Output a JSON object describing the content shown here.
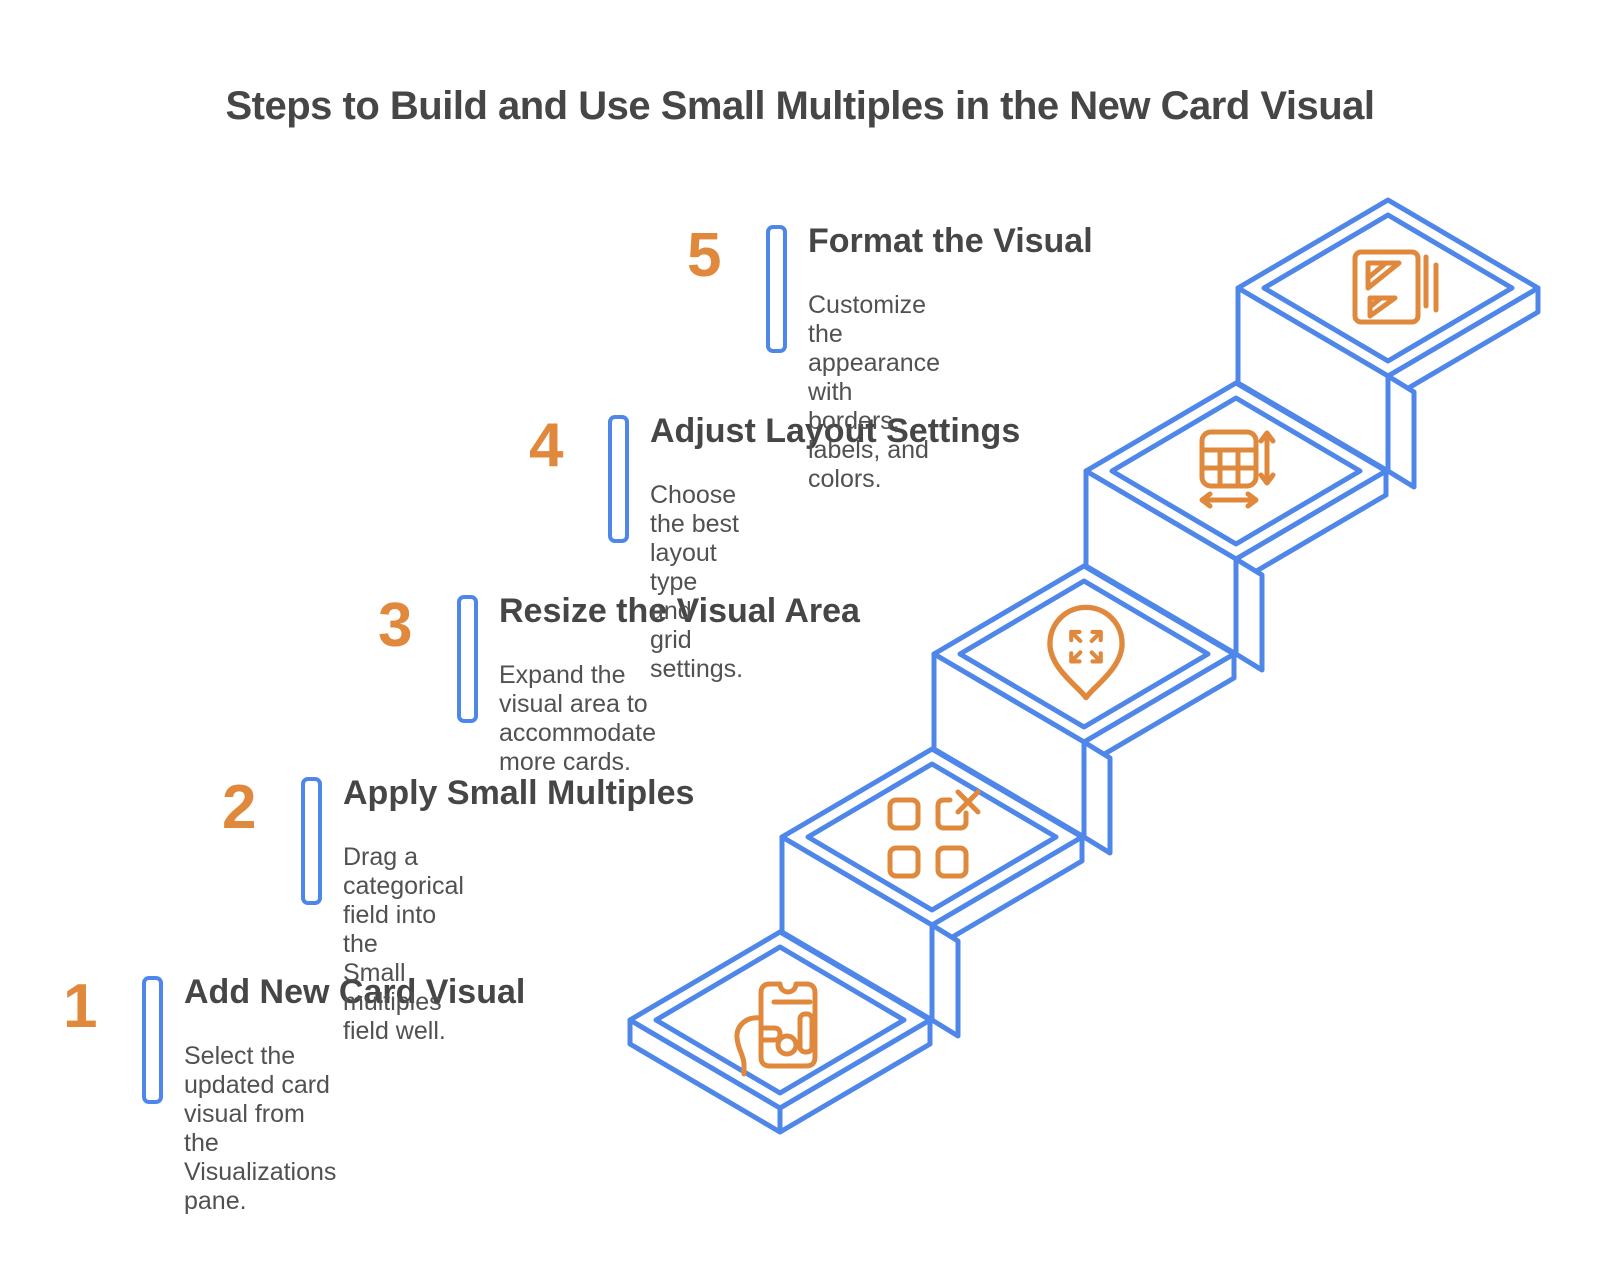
{
  "title": "Steps to Build and Use Small Multiples in the New Card Visual",
  "theme": {
    "accent_blue": "#4E87E9",
    "accent_orange": "#E0883C",
    "title_color": "#464646",
    "text_color": "#515151"
  },
  "steps": [
    {
      "number": "1",
      "title": "Add New Card Visual",
      "description": "Select the updated card visual from\nthe Visualizations pane.",
      "icon": "card-visual-icon"
    },
    {
      "number": "2",
      "title": "Apply Small Multiples",
      "description": "Drag a categorical field into the\nSmall multiples field well.",
      "icon": "small-multiples-icon"
    },
    {
      "number": "3",
      "title": "Resize the Visual Area",
      "description": "Expand the visual area to\naccommodate more cards.",
      "icon": "expand-area-pin-icon"
    },
    {
      "number": "4",
      "title": "Adjust Layout Settings",
      "description": "Choose the best layout type and\ngrid settings.",
      "icon": "layout-grid-resize-icon"
    },
    {
      "number": "5",
      "title": "Format the Visual",
      "description": "Customize the appearance with\nborders, labels, and colors.",
      "icon": "format-document-icon"
    }
  ]
}
